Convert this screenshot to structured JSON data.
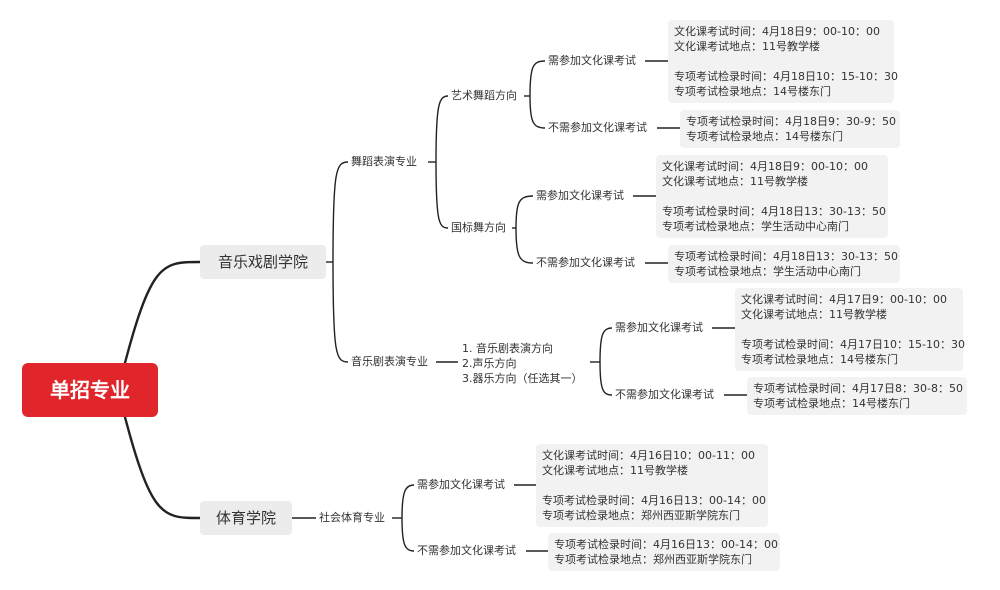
{
  "root": "单招专业",
  "colleges": {
    "music": "音乐戏剧学院",
    "sports": "体育学院"
  },
  "majors": {
    "dance": "舞蹈表演专业",
    "musical": "音乐剧表演专业",
    "social_sports": "社会体育专业"
  },
  "directions": {
    "art_dance": "艺术舞蹈方向",
    "ballroom": "国标舞方向",
    "musical_list": [
      "1. 音乐剧表演方向",
      "2.声乐方向",
      "3.器乐方向（任选其一）"
    ]
  },
  "options": {
    "need": "需参加文化课考试",
    "no_need": "不需参加文化课考试"
  },
  "schedules": {
    "art_need": [
      [
        "文化课考试时间：4月18日9：00-10：00",
        "文化课考试地点：11号教学楼"
      ],
      [
        "专项考试检录时间：4月18日10：15-10：30",
        "专项考试检录地点：14号楼东门"
      ]
    ],
    "art_no": [
      [
        "专项考试检录时间：4月18日9：30-9：50",
        "专项考试检录地点：14号楼东门"
      ]
    ],
    "ballroom_need": [
      [
        "文化课考试时间：4月18日9：00-10：00",
        "文化课考试地点：11号教学楼"
      ],
      [
        "专项考试检录时间：4月18日13：30-13：50",
        "专项考试检录地点：学生活动中心南门"
      ]
    ],
    "ballroom_no": [
      [
        "专项考试检录时间：4月18日13：30-13：50",
        "专项考试检录地点：学生活动中心南门"
      ]
    ],
    "musical_need": [
      [
        "文化课考试时间：4月17日9：00-10：00",
        "文化课考试地点：11号教学楼"
      ],
      [
        "专项考试检录时间：4月17日10：15-10：30",
        "专项考试检录地点：14号楼东门"
      ]
    ],
    "musical_no": [
      [
        "专项考试检录时间：4月17日8：30-8：50",
        "专项考试检录地点：14号楼东门"
      ]
    ],
    "sports_need": [
      [
        "文化课考试时间：4月16日10：00-11：00",
        "文化课考试地点：11号教学楼"
      ],
      [
        "专项考试检录时间：4月16日13：00-14：00",
        "专项考试检录地点：郑州西亚斯学院东门"
      ]
    ],
    "sports_no": [
      [
        "专项考试检录时间：4月16日13：00-14：00",
        "专项考试检录地点：郑州西亚斯学院东门"
      ]
    ]
  },
  "colors": {
    "root_bg": "#e0252b",
    "branch_line": "#222222",
    "college_bg": "#ececec",
    "info_bg": "#f2f2f2"
  }
}
